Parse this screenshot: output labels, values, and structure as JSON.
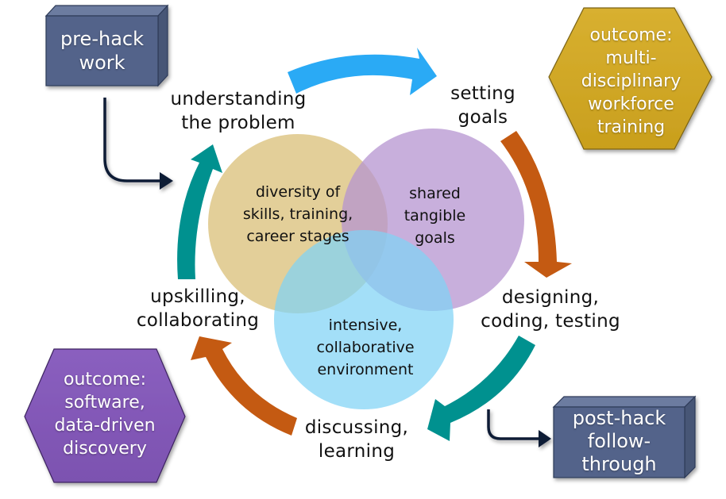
{
  "colors": {
    "box_front": "#53648a",
    "box_top": "#6c7ca0",
    "box_side": "#465676",
    "box_border": "#2d3a58",
    "hex_gold": "#d1a722",
    "hex_purple": "#8459b8",
    "circle_gold": "#e2cc93",
    "circle_purple": "#c1a6d8",
    "circle_blue": "#96dbf6",
    "arrow_blue": "#2aaaf5",
    "arrow_orange": "#c45a12",
    "arrow_teal": "#00918f",
    "connector": "#0e1a36"
  },
  "boxes": {
    "pre_hack": {
      "lines": [
        "pre-hack",
        "work"
      ]
    },
    "post_hack": {
      "lines": [
        "post-hack",
        "follow-",
        "through"
      ]
    }
  },
  "outcomes": {
    "workforce": {
      "lines": [
        "outcome:",
        "multi-",
        "disciplinary",
        "workforce",
        "training"
      ]
    },
    "software": {
      "lines": [
        "outcome:",
        "software,",
        "data-driven",
        "discovery"
      ]
    }
  },
  "cycle": {
    "steps": [
      {
        "id": "understanding",
        "lines": [
          "understanding",
          "the problem"
        ],
        "arrow": "blue"
      },
      {
        "id": "setting",
        "lines": [
          "setting",
          "goals"
        ],
        "arrow": "orange"
      },
      {
        "id": "designing",
        "lines": [
          "designing,",
          "coding, testing"
        ],
        "arrow": "teal"
      },
      {
        "id": "discussing",
        "lines": [
          "discussing,",
          "learning"
        ],
        "arrow": "orange"
      },
      {
        "id": "upskilling",
        "lines": [
          "upskilling,",
          "collaborating"
        ],
        "arrow": "teal"
      }
    ]
  },
  "venn": {
    "sets": [
      {
        "id": "diversity",
        "lines": [
          "diversity of",
          "skills, training,",
          "career stages"
        ],
        "color": "gold"
      },
      {
        "id": "goals",
        "lines": [
          "shared",
          "tangible",
          "goals"
        ],
        "color": "purple"
      },
      {
        "id": "environment",
        "lines": [
          "intensive,",
          "collaborative",
          "environment"
        ],
        "color": "blue"
      }
    ]
  }
}
